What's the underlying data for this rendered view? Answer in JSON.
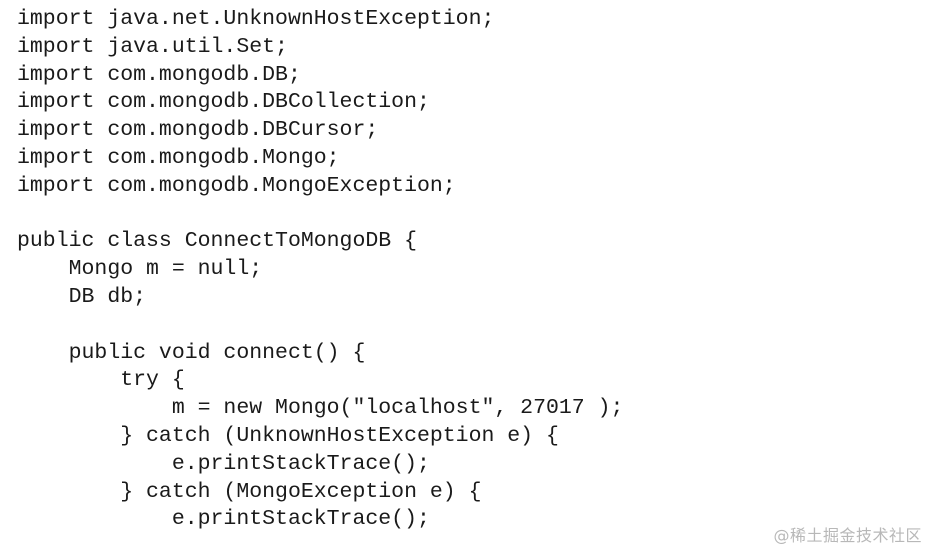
{
  "code": {
    "lines": [
      "import java.net.UnknownHostException;",
      "import java.util.Set;",
      "import com.mongodb.DB;",
      "import com.mongodb.DBCollection;",
      "import com.mongodb.DBCursor;",
      "import com.mongodb.Mongo;",
      "import com.mongodb.MongoException;",
      "",
      "public class ConnectToMongoDB {",
      "    Mongo m = null;",
      "    DB db;",
      "",
      "    public void connect() {",
      "        try {",
      "            m = new Mongo(\"localhost\", 27017 );",
      "        } catch (UnknownHostException e) {",
      "            e.printStackTrace();",
      "        } catch (MongoException e) {",
      "            e.printStackTrace();"
    ]
  },
  "watermark": {
    "text": "@稀土掘金技术社区"
  }
}
